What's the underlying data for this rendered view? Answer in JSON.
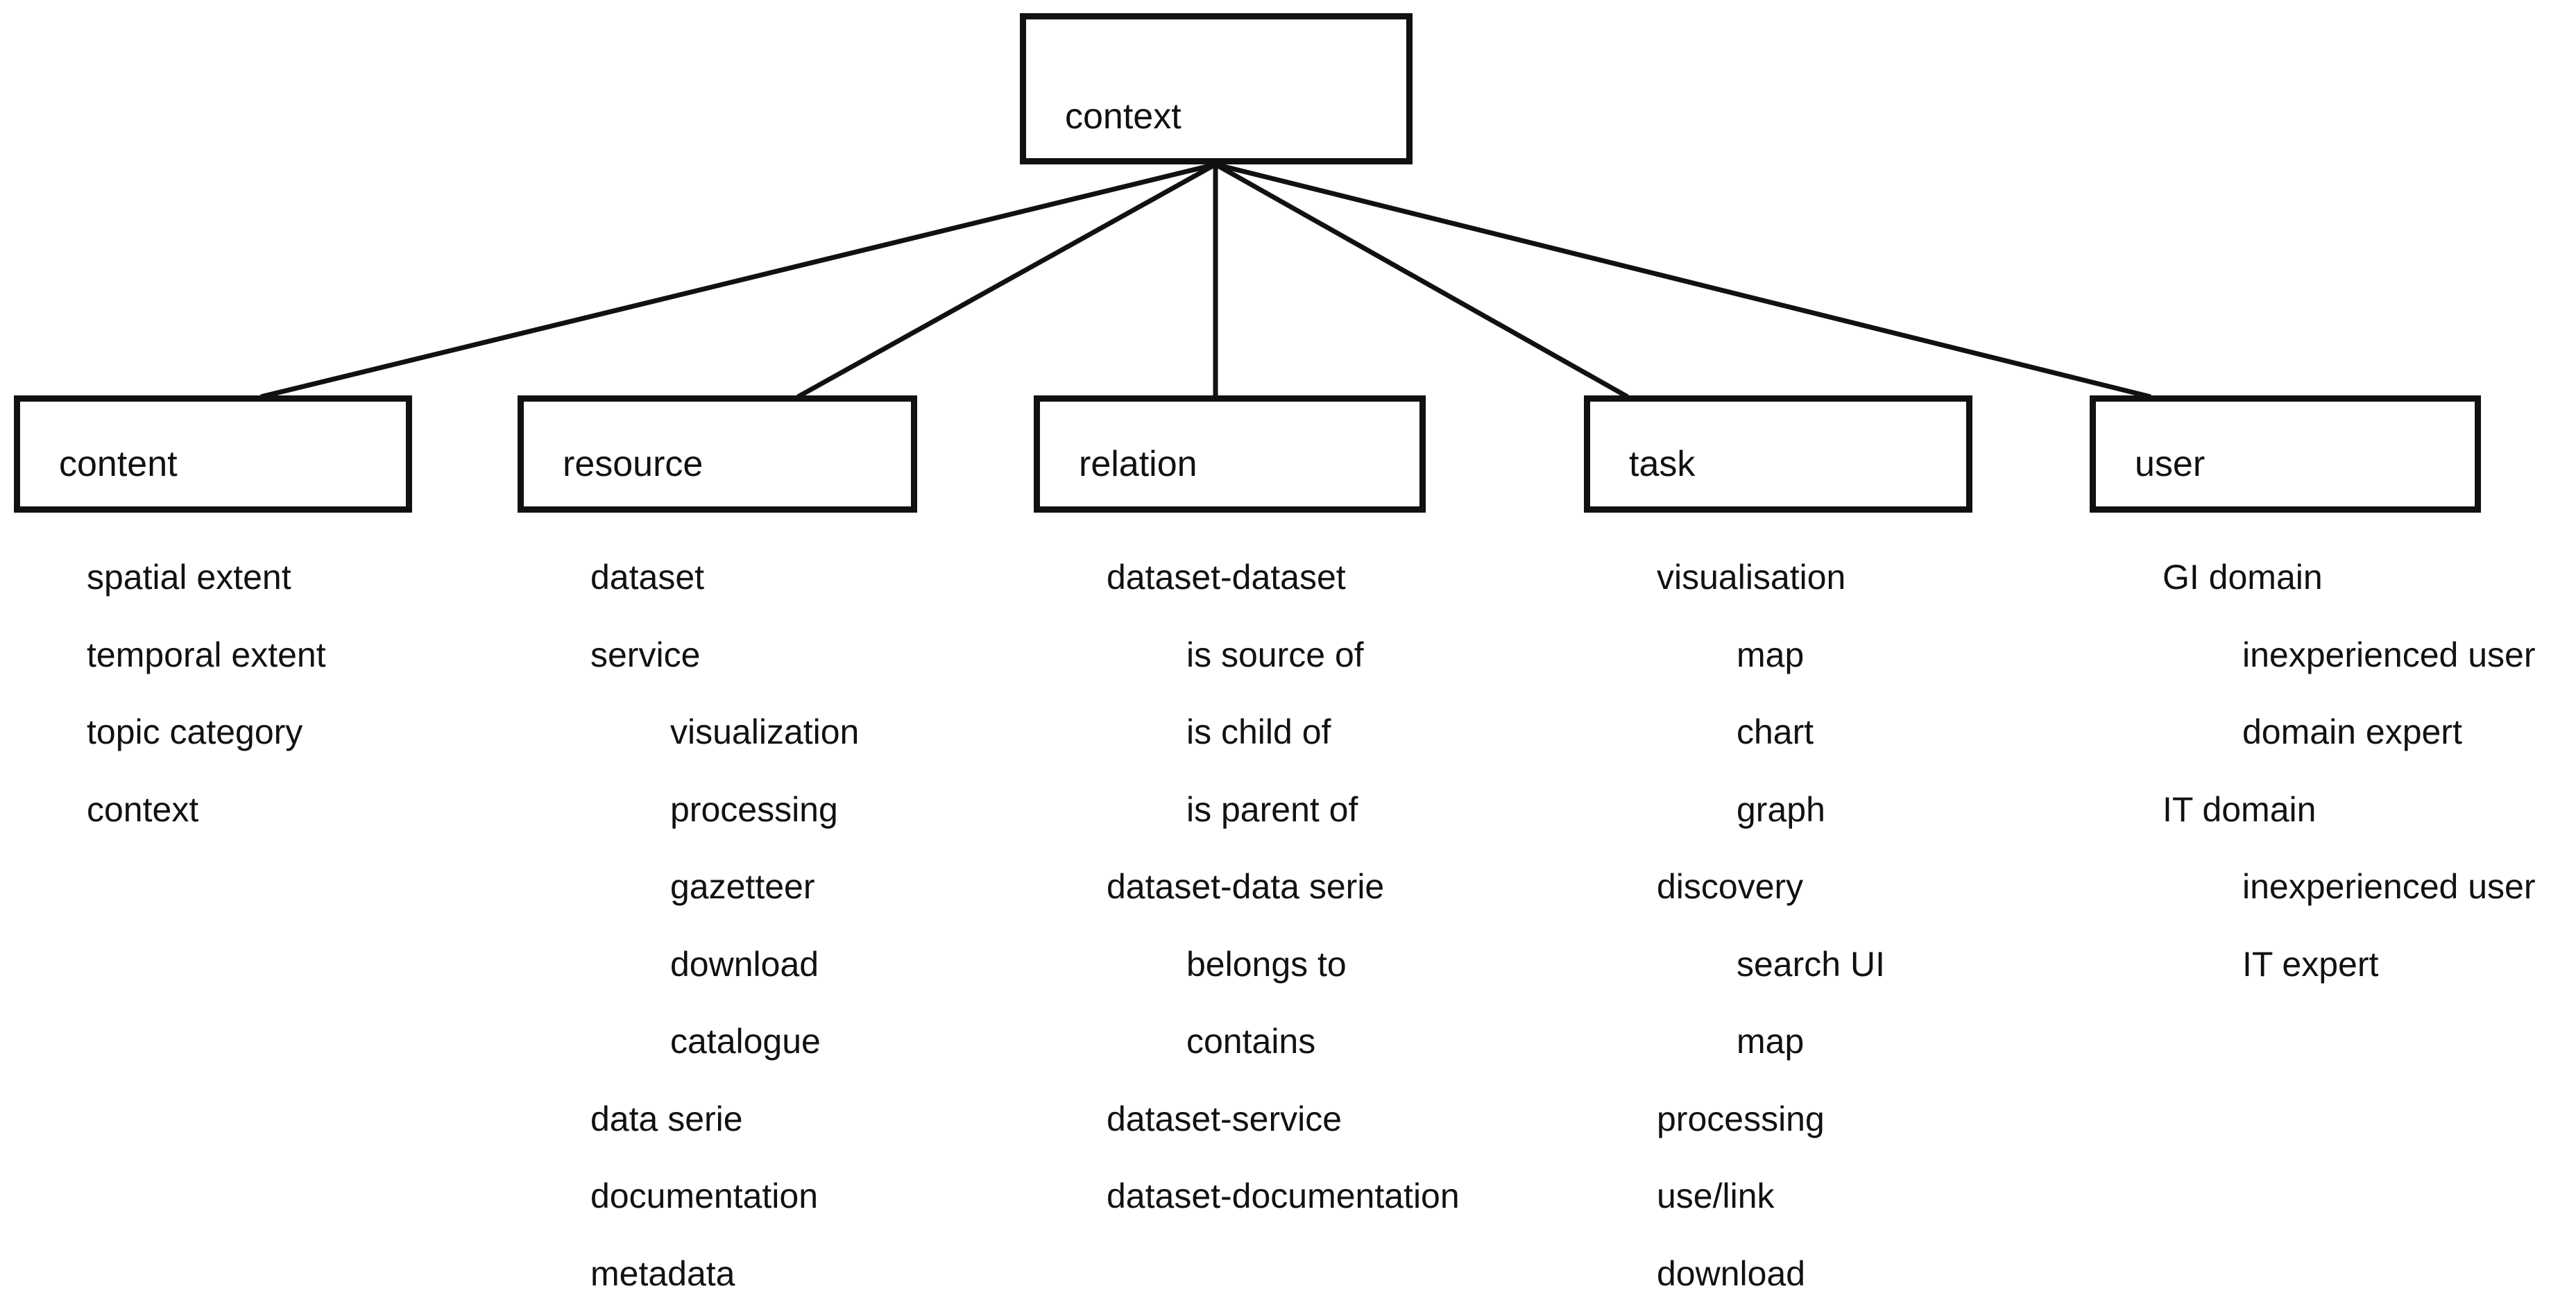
{
  "colors": {
    "ink": "#111111",
    "background": "#ffffff"
  },
  "diagram": {
    "root": {
      "label": "context"
    },
    "columns": [
      {
        "label": "content",
        "items": [
          {
            "text": "spatial extent",
            "level": 1
          },
          {
            "text": "temporal extent",
            "level": 1
          },
          {
            "text": "topic category",
            "level": 1
          },
          {
            "text": "context",
            "level": 1
          }
        ]
      },
      {
        "label": "resource",
        "items": [
          {
            "text": "dataset",
            "level": 1
          },
          {
            "text": "service",
            "level": 1
          },
          {
            "text": "visualization",
            "level": 2
          },
          {
            "text": "processing",
            "level": 2
          },
          {
            "text": "gazetteer",
            "level": 2
          },
          {
            "text": "download",
            "level": 2
          },
          {
            "text": "catalogue",
            "level": 2
          },
          {
            "text": "data serie",
            "level": 1
          },
          {
            "text": "documentation",
            "level": 1
          },
          {
            "text": "metadata",
            "level": 1
          }
        ]
      },
      {
        "label": "relation",
        "items": [
          {
            "text": "dataset-dataset",
            "level": 1
          },
          {
            "text": "is source of",
            "level": 2
          },
          {
            "text": "is child of",
            "level": 2
          },
          {
            "text": "is parent of",
            "level": 2
          },
          {
            "text": "dataset-data serie",
            "level": 1
          },
          {
            "text": "belongs to",
            "level": 2
          },
          {
            "text": "contains",
            "level": 2
          },
          {
            "text": "dataset-service",
            "level": 1
          },
          {
            "text": "dataset-documentation",
            "level": 1
          }
        ]
      },
      {
        "label": "task",
        "items": [
          {
            "text": "visualisation",
            "level": 1
          },
          {
            "text": "map",
            "level": 2
          },
          {
            "text": "chart",
            "level": 2
          },
          {
            "text": "graph",
            "level": 2
          },
          {
            "text": "discovery",
            "level": 1
          },
          {
            "text": "search UI",
            "level": 2
          },
          {
            "text": "map",
            "level": 2
          },
          {
            "text": "processing",
            "level": 1
          },
          {
            "text": "use/link",
            "level": 1
          },
          {
            "text": "download",
            "level": 1
          }
        ]
      },
      {
        "label": "user",
        "items": [
          {
            "text": "GI domain",
            "level": 1
          },
          {
            "text": "inexperienced user",
            "level": 2
          },
          {
            "text": "domain expert",
            "level": 2
          },
          {
            "text": "IT domain",
            "level": 1
          },
          {
            "text": "inexperienced user",
            "level": 2
          },
          {
            "text": "IT expert",
            "level": 2
          }
        ]
      }
    ]
  }
}
